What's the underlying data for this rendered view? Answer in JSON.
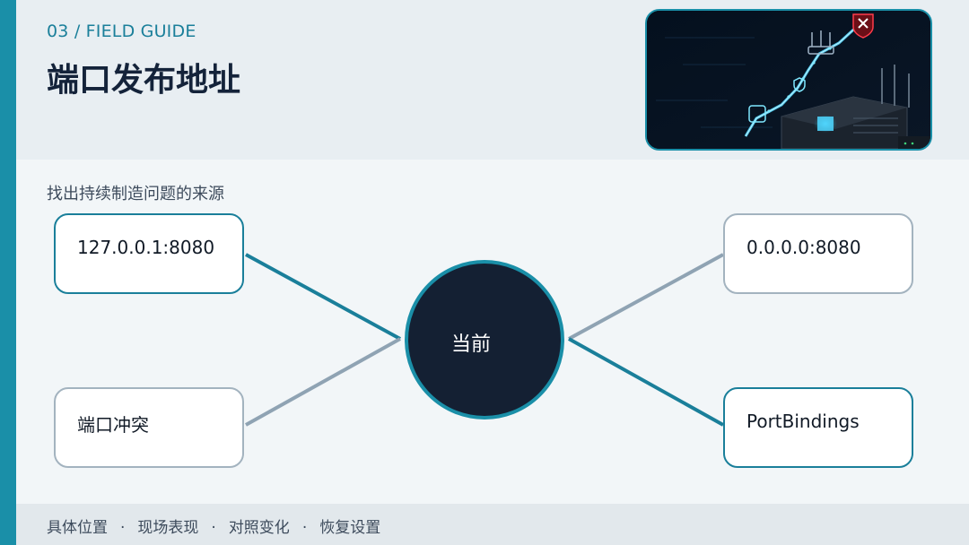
{
  "header": {
    "kicker": "03 / FIELD GUIDE",
    "title": "端口发布地址"
  },
  "subtitle": "找出持续制造问题的来源",
  "diagram": {
    "center": "当前",
    "nodes": {
      "top_left": "127.0.0.1:8080",
      "bottom_left": "端口冲突",
      "top_right": "0.0.0.0:8080",
      "bottom_right": "PortBindings"
    }
  },
  "footer": {
    "items": [
      "具体位置",
      "现场表现",
      "对照变化",
      "恢复设置"
    ],
    "separator": "·"
  },
  "colors": {
    "accent": "#1a8fa8",
    "accent_dark": "#1a7f9a",
    "muted_line": "#8fa3b3",
    "center_fill": "#142033",
    "title": "#14233a"
  }
}
